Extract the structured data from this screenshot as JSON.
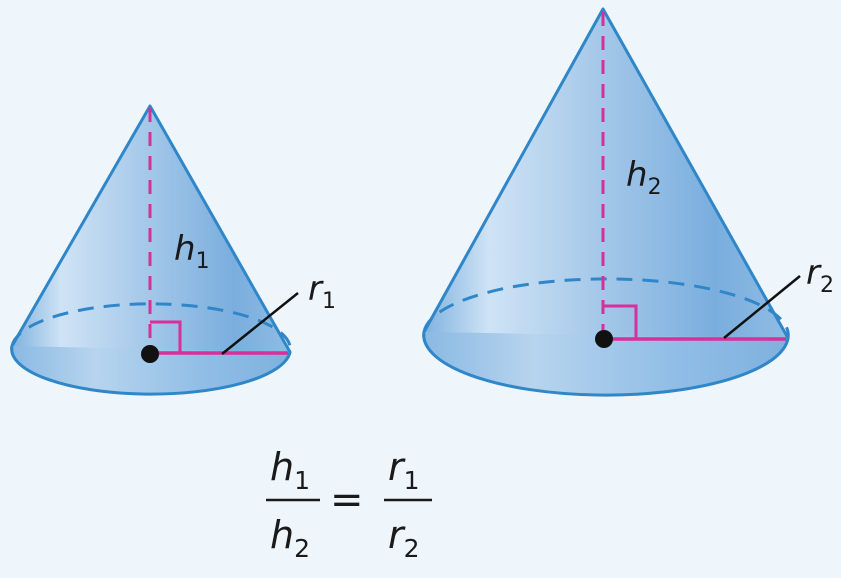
{
  "figure": {
    "background": "#eef5fb",
    "cone_fill": "#a9cbea",
    "cone_outline": "#2f86c8",
    "measure_color": "#d6309a",
    "cones": [
      {
        "height_var": "h",
        "height_sub": "1",
        "radius_var": "r",
        "radius_sub": "1"
      },
      {
        "height_var": "h",
        "height_sub": "2",
        "radius_var": "r",
        "radius_sub": "2"
      }
    ],
    "formula": {
      "left_num_var": "h",
      "left_num_sub": "1",
      "left_den_var": "h",
      "left_den_sub": "2",
      "equals": "=",
      "right_num_var": "r",
      "right_num_sub": "1",
      "right_den_var": "r",
      "right_den_sub": "2"
    }
  }
}
